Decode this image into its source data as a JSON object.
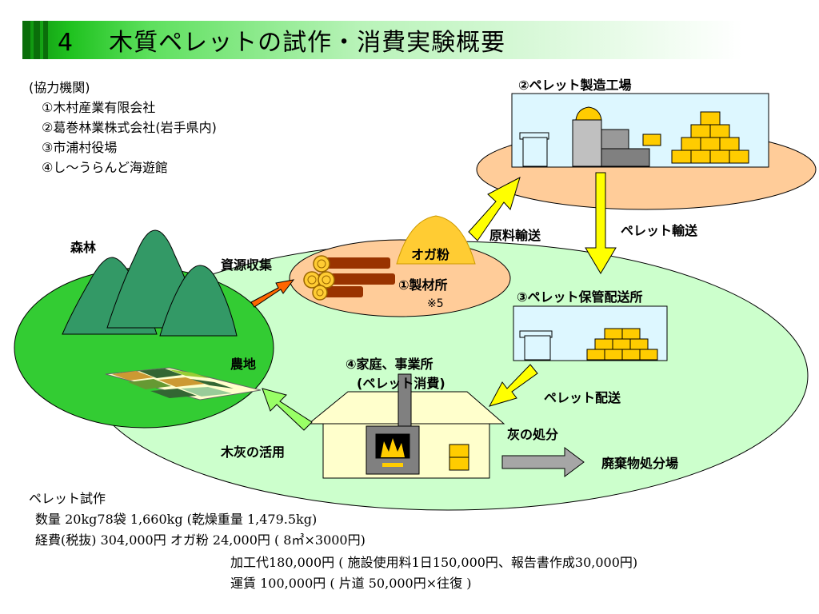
{
  "title": {
    "number": "4",
    "text": "木質ペレットの試作・消費実験概要"
  },
  "partners": {
    "heading": "(協力機関)",
    "items": [
      "①木村産業有限会社",
      "②葛巻林業株式会社(岩手県内)",
      "③市浦村役場",
      "④し〜うらんど海遊館"
    ]
  },
  "diagram": {
    "forest": "森林",
    "farmland": "農地",
    "resource_collection": "資源収集",
    "sawdust": "オガ粉",
    "sawmill": "①製材所",
    "note": "※5",
    "raw_transport": "原料輸送",
    "factory": "②ペレット製造工場",
    "pellet_transport": "ペレット輸送",
    "storage": "③ペレット保管配送所",
    "pellet_delivery": "ペレット配送",
    "home_line1": "④家庭、事業所",
    "home_line2": "(ペレット消費)",
    "ash_disposal": "灰の処分",
    "landfill": "廃棄物処分場",
    "ash_use": "木灰の活用"
  },
  "summary": {
    "heading": "ペレット試作",
    "quantity": "数量  20kg78袋  1,660kg  (乾燥重量  1,479.5kg)",
    "cost": "経費(税抜)  304,000円  オガ粉  24,000円  ( 8㎥×3000円)",
    "processing": "加工代180,000円 (  施設使用料1日150,000円、報告書作成30,000円)",
    "freight": "運賃    100,000円 (  片道  50,000円×往復  )"
  }
}
